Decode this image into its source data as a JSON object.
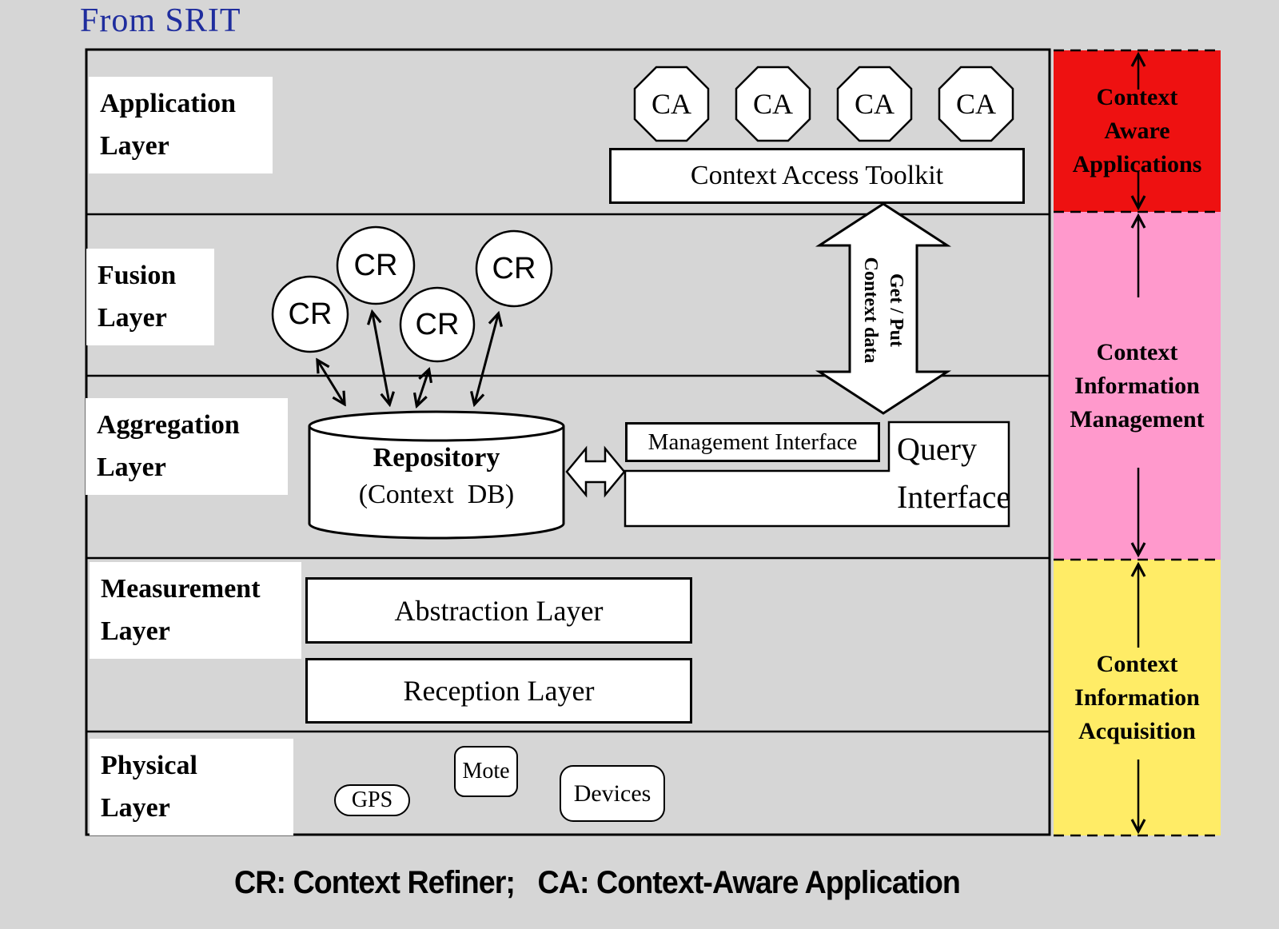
{
  "title": "From SRIT",
  "caption": "CR: Context Refiner;   CA: Context-Aware Application",
  "colors": {
    "background": "#d6d6d6",
    "band_red": "#ee1111",
    "band_pink": "#ff99cc",
    "band_yellow": "#ffec66",
    "title_blue": "#1f2d9e"
  },
  "layer_labels": {
    "application": {
      "line1": "Application",
      "line2": "Layer"
    },
    "fusion": {
      "line1": "Fusion",
      "line2": "Layer"
    },
    "aggregation": {
      "line1": "Aggregation",
      "line2": "Layer"
    },
    "measurement": {
      "line1": "Measurement",
      "line2": "Layer"
    },
    "physical": {
      "line1": "Physical",
      "line2": "Layer"
    }
  },
  "application_layer": {
    "ca_nodes": [
      "CA",
      "CA",
      "CA",
      "CA"
    ],
    "toolkit_label": "Context Access Toolkit"
  },
  "fusion_layer": {
    "cr_nodes": [
      "CR",
      "CR",
      "CR",
      "CR"
    ]
  },
  "get_put_arrow": {
    "line1": "Get / Put",
    "line2": "Context data"
  },
  "aggregation_layer": {
    "repository_title": "Repository",
    "repository_subtitle": "(Context  DB)",
    "management_interface": "Management Interface",
    "query_line1": "Query",
    "query_line2": "Interface"
  },
  "measurement_layer": {
    "abstraction": "Abstraction Layer",
    "reception": "Reception Layer"
  },
  "physical_layer": {
    "gps": "GPS",
    "mote": "Mote",
    "devices": "Devices"
  },
  "bands": {
    "applications": {
      "line1": "Context",
      "line2": "Aware",
      "line3": "Applications"
    },
    "management": {
      "line1": "Context",
      "line2": "Information",
      "line3": "Management"
    },
    "acquisition": {
      "line1": "Context",
      "line2": "Information",
      "line3": "Acquisition"
    }
  }
}
